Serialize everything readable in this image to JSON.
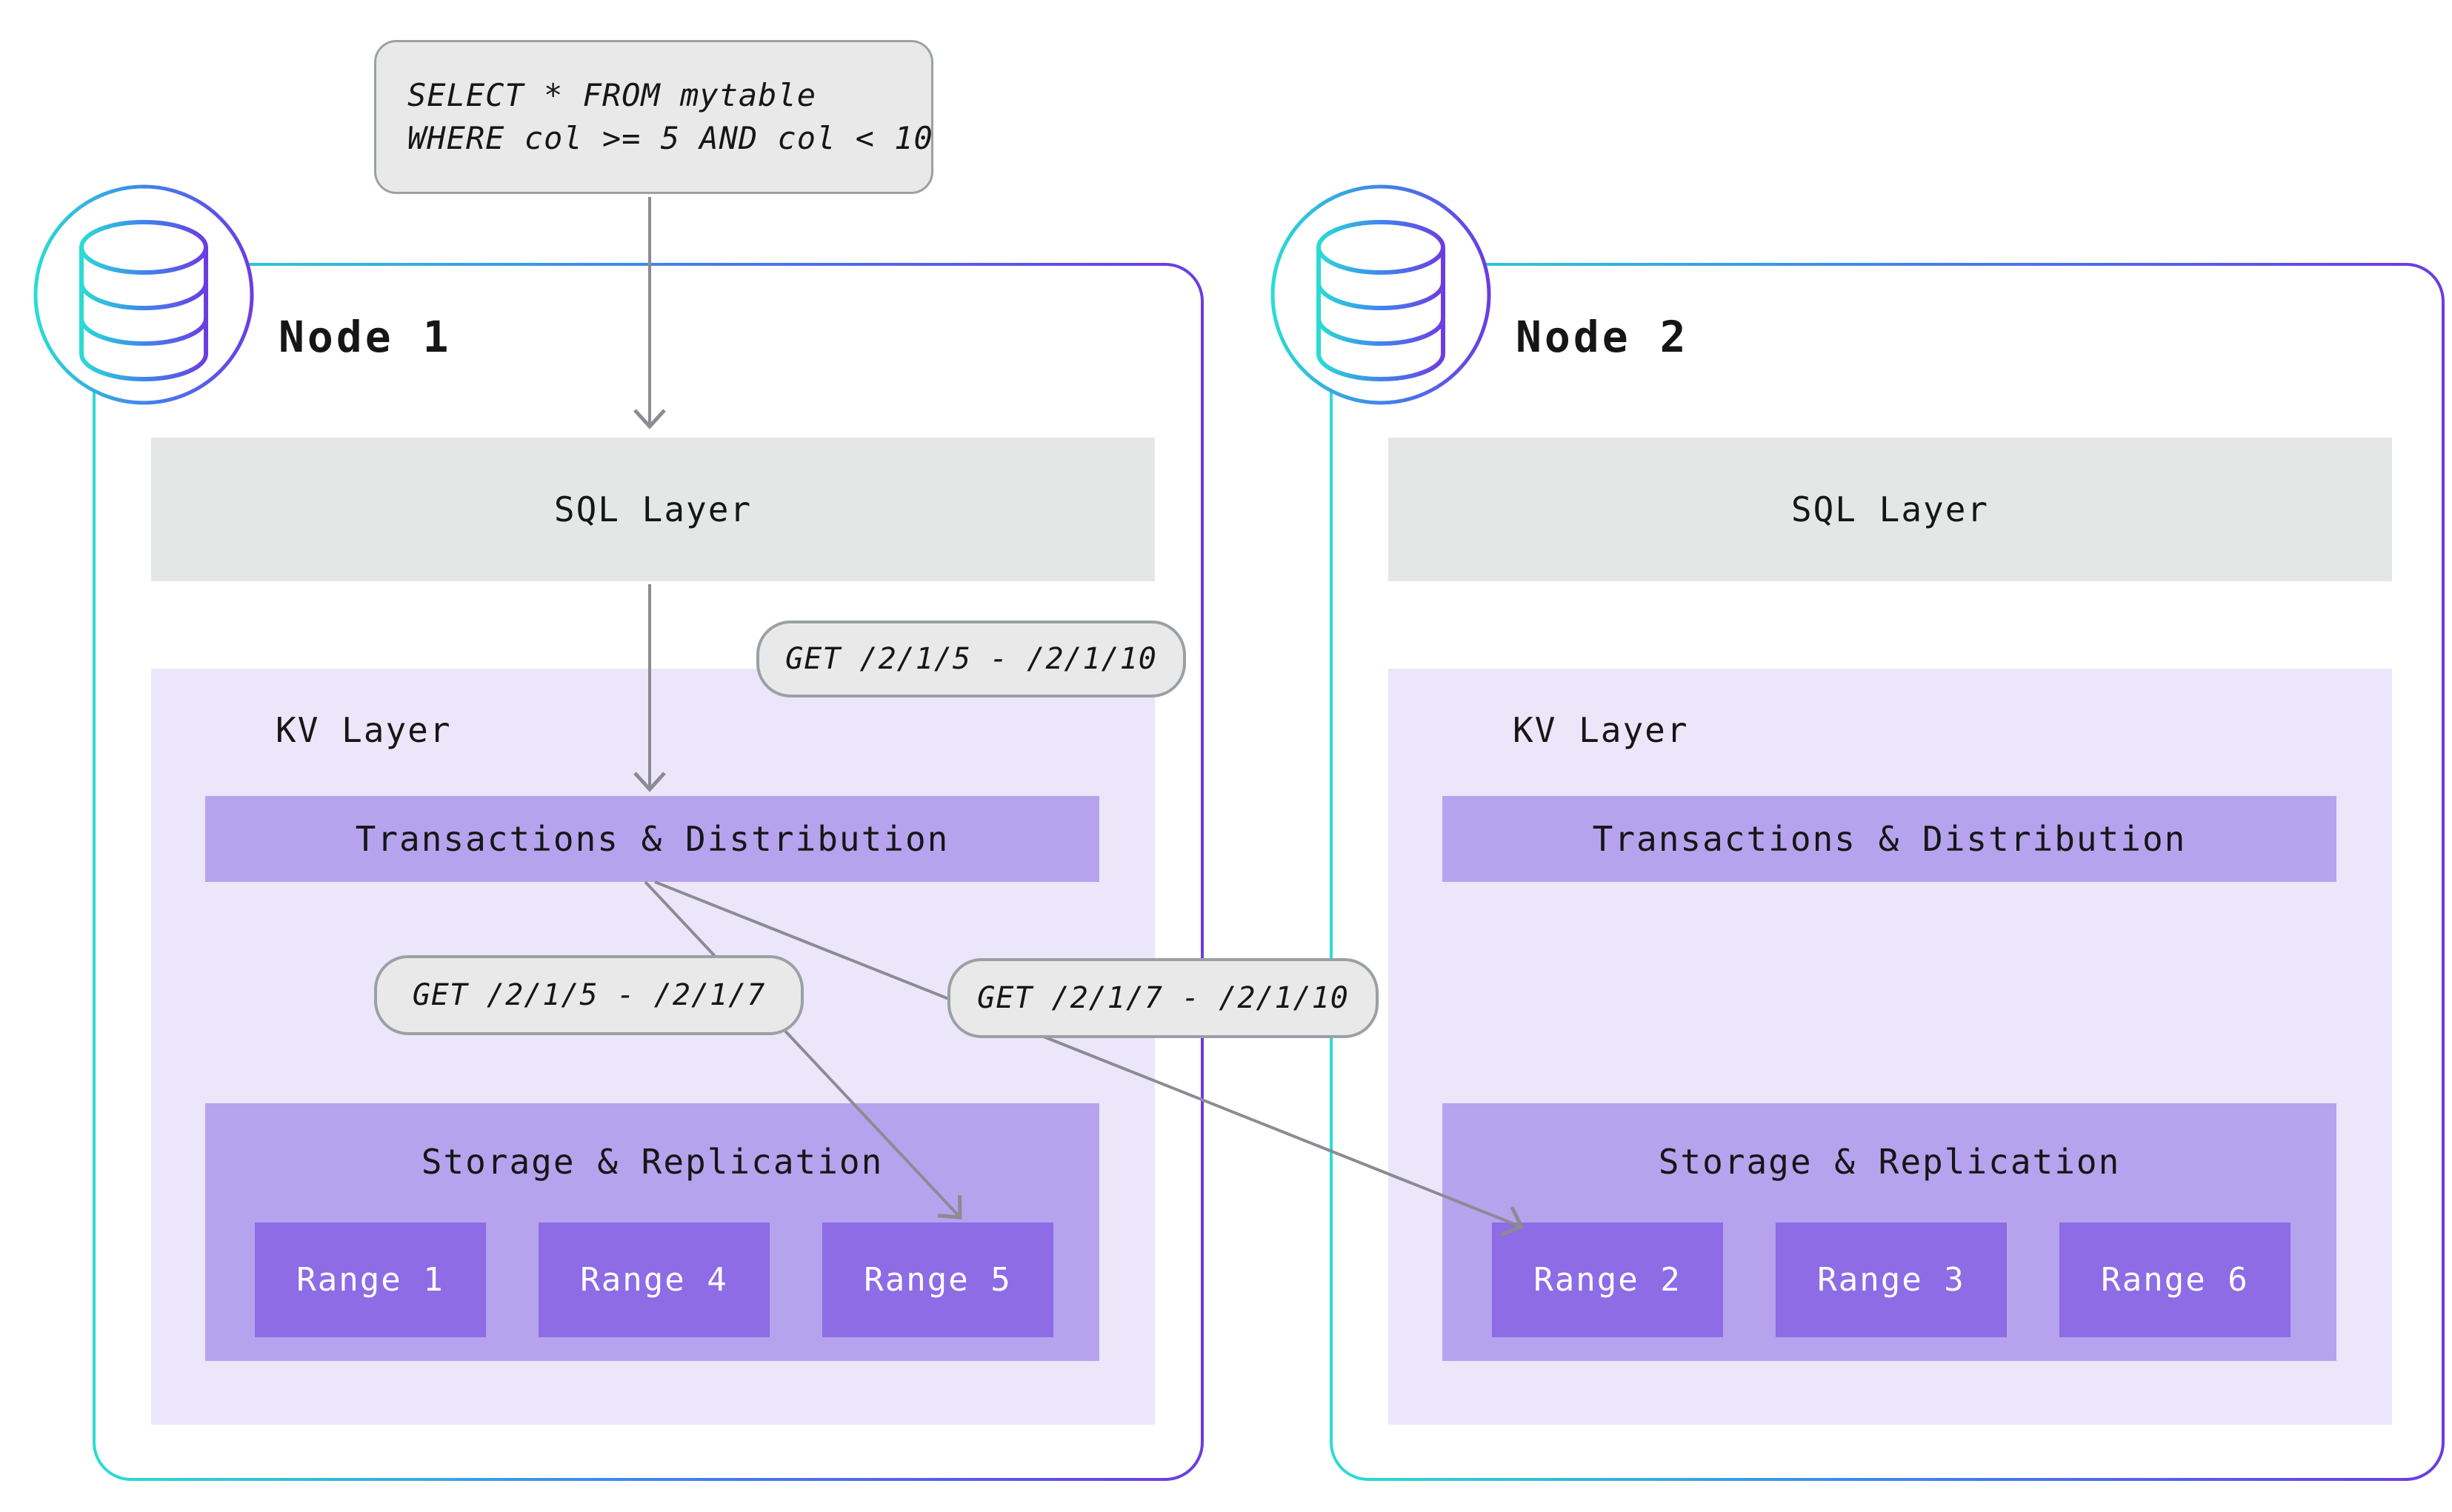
{
  "diagram": {
    "query_box": {
      "line1": "SELECT * FROM mytable",
      "line2": "WHERE col >= 5 AND col < 10"
    },
    "kv_requests": {
      "full_range": "GET /2/1/5 - /2/1/10",
      "split_left": "GET /2/1/5 - /2/1/7",
      "split_right": "GET /2/1/7 - /2/1/10"
    },
    "nodes": [
      {
        "title": "Node 1",
        "sql_layer": "SQL Layer",
        "kv_layer": "KV Layer",
        "transactions": "Transactions & Distribution",
        "storage": "Storage & Replication",
        "ranges": [
          "Range 1",
          "Range 4",
          "Range 5"
        ]
      },
      {
        "title": "Node 2",
        "sql_layer": "SQL Layer",
        "kv_layer": "KV Layer",
        "transactions": "Transactions & Distribution",
        "storage": "Storage & Replication",
        "ranges": [
          "Range 2",
          "Range 3",
          "Range 6"
        ]
      }
    ],
    "colors": {
      "label_fill": "#e8e9e8",
      "label_border": "#9aa0a4",
      "sql_layer_fill": "#e4e7e5",
      "kv_layer_fill": "#ebe6f9",
      "purple_bar_fill": "#b6a3ee",
      "range_fill": "#8d6ce6",
      "text": "#161616",
      "range_text": "#ffffff",
      "arrow": "#8b8b93",
      "node_gradient_start": "#2bdcd4",
      "node_gradient_mid": "#3f86ec",
      "node_gradient_end": "#6c3ce2"
    }
  }
}
